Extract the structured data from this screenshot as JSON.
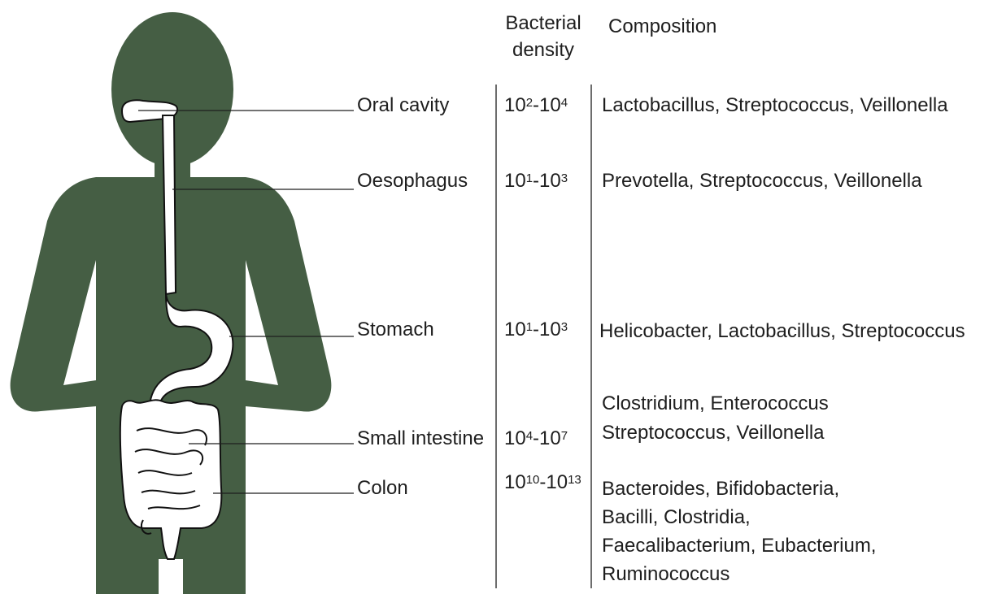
{
  "colors": {
    "body": "#455e44",
    "tract": "#ffffff",
    "ink": "#1e1e1e"
  },
  "headers": {
    "density": "Bacterial density",
    "composition": "Composition"
  },
  "rows": [
    {
      "organ": "Oral cavity",
      "density_low": "2",
      "density_high": "4",
      "density_text": "10²-10⁴",
      "composition": [
        "Lactobacillus, Streptococcus, Veillonella"
      ]
    },
    {
      "organ": "Oesophagus",
      "density_low": "1",
      "density_high": "3",
      "density_text": "10¹-10³",
      "composition": [
        "Prevotella, Streptococcus, Veillonella"
      ]
    },
    {
      "organ": "Stomach",
      "density_low": "1",
      "density_high": "3",
      "density_text": "10¹-10³",
      "composition": [
        "Helicobacter, Lactobacillus, Streptococcus"
      ]
    },
    {
      "organ": "Small intestine",
      "density_low": "4",
      "density_high": "7",
      "density_text": "10⁴-10⁷",
      "composition": [
        "Clostridium, Enterococcus",
        "Streptococcus, Veillonella"
      ]
    },
    {
      "organ": "Colon",
      "density_low": "10",
      "density_high": "13",
      "density_text": "10¹⁰-10¹³",
      "composition": [
        "Bacteroides, Bifidobacteria,",
        "Bacilli, Clostridia,",
        "Faecalibacterium, Eubacterium,",
        "Ruminococcus"
      ]
    }
  ]
}
